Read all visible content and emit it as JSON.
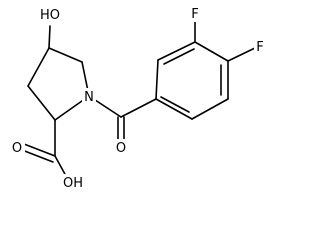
{
  "molecule": {
    "atom_labels": {
      "hydroxyl": "HO",
      "ring_nitrogen": "N",
      "fluorine_top": "F",
      "fluorine_right": "F",
      "carbonyl_oxygen": "O",
      "acid_oxygen": "O",
      "acid_hydroxyl": "OH"
    }
  }
}
